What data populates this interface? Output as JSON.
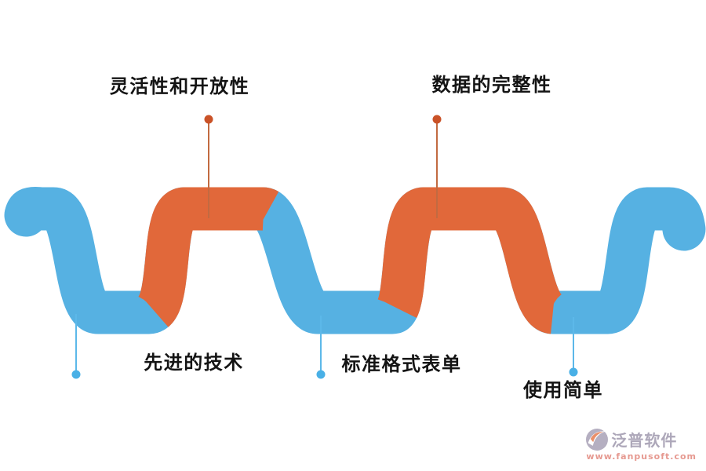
{
  "features": [
    {
      "id": "flexibility",
      "label": "灵活性和开放性",
      "row": "top",
      "color_key": "orange"
    },
    {
      "id": "data-integrity",
      "label": "数据的完整性",
      "row": "top",
      "color_key": "orange"
    },
    {
      "id": "advanced-tech",
      "label": "先进的技术",
      "row": "bottom",
      "color_key": "blue"
    },
    {
      "id": "standard-forms",
      "label": "标准格式表单",
      "row": "bottom",
      "color_key": "blue"
    },
    {
      "id": "easy-to-use",
      "label": "使用简单",
      "row": "bottom",
      "color_key": "blue"
    }
  ],
  "colors": {
    "ribbon_blue": "#56b1e2",
    "ribbon_orange": "#e1683a",
    "connector_blue": "#5cb8e9",
    "dot_blue": "#49b0e6",
    "connector_orange": "#c26a41",
    "dot_orange": "#ca5227",
    "label_text": "#141414"
  },
  "watermark": {
    "brand": "泛普软件",
    "url": "www.fanpusoft.com",
    "brand_color": "#a9a3b6",
    "url_color": "#e5948b",
    "icon_gray": "#b2abbe",
    "icon_orange": "#e98a62"
  }
}
